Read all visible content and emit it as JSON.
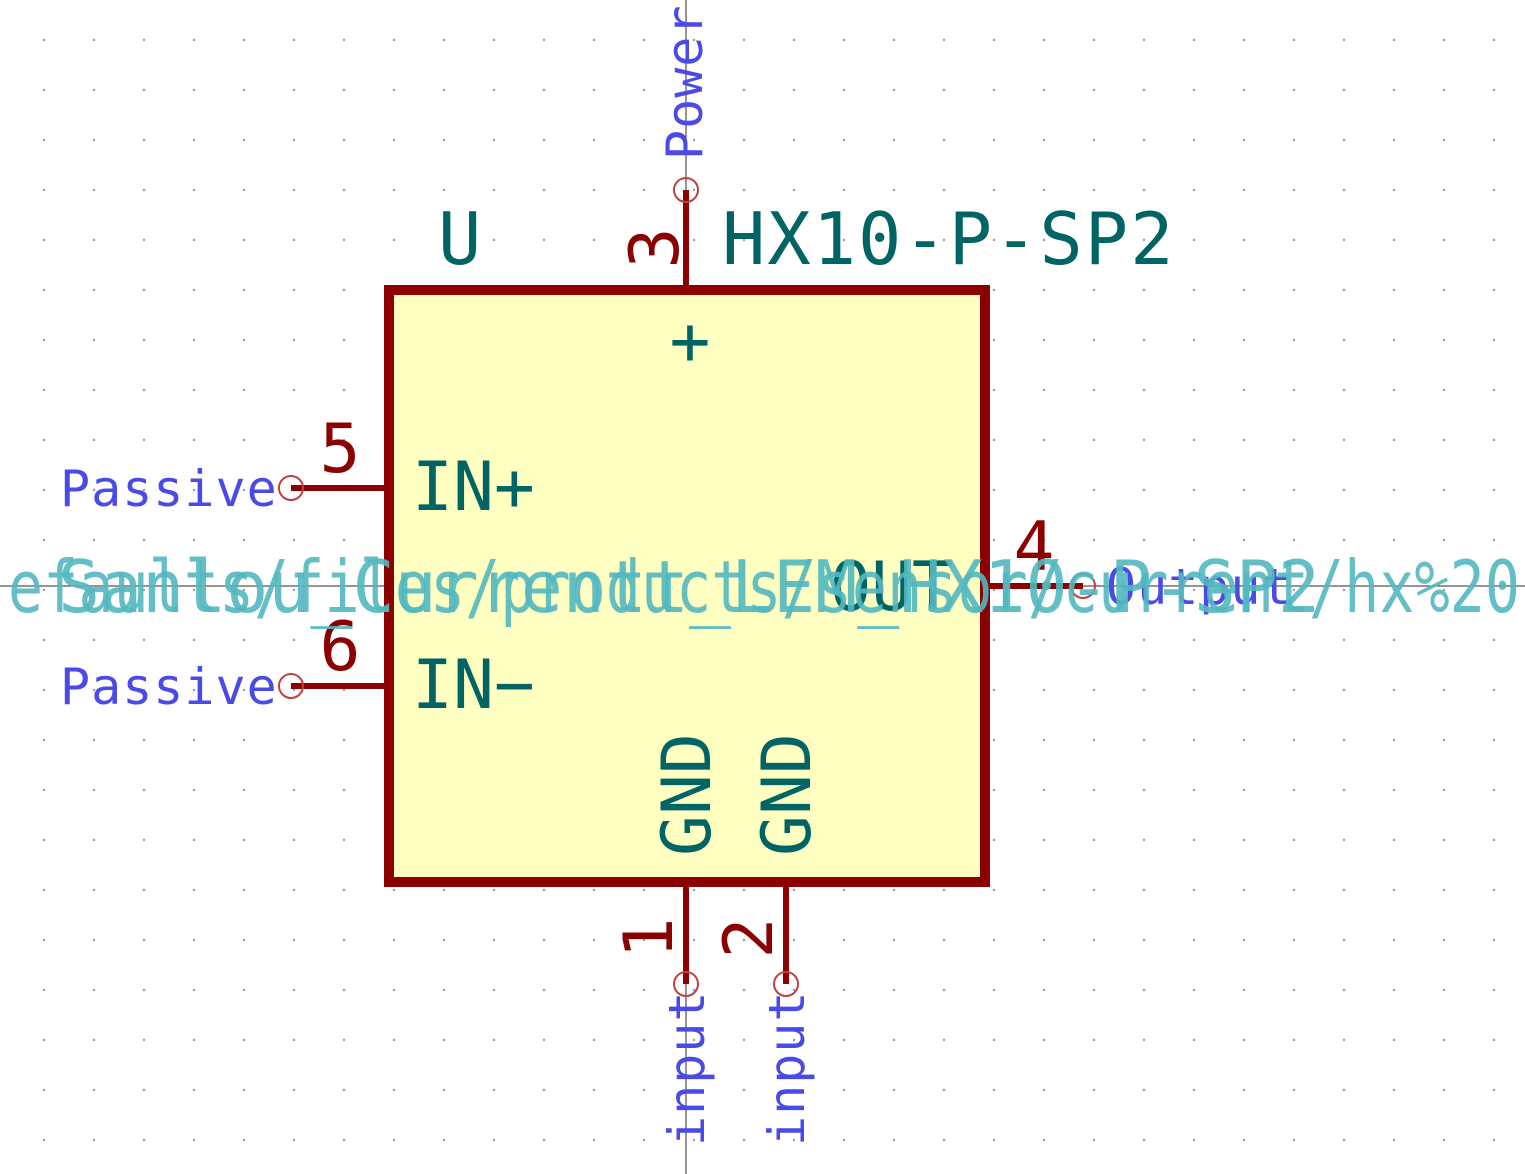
{
  "symbol": {
    "reference": "U",
    "value": "HX10-P-SP2",
    "overlay_texts": [
      "efaults/files/products/sensor/current/hx%20",
      "Sanlou_Currentt_LEM_HX10-P-SP2",
      "OUT"
    ]
  },
  "pins": [
    {
      "number": "3",
      "name": "+",
      "etype": "Power"
    },
    {
      "number": "5",
      "name": "IN+",
      "etype": "Passive"
    },
    {
      "number": "6",
      "name": "IN−",
      "etype": "Passive"
    },
    {
      "number": "4",
      "name": "OUT",
      "etype": "Output"
    },
    {
      "number": "1",
      "name": "GND",
      "etype": "input"
    },
    {
      "number": "2",
      "name": "GND",
      "etype": "input"
    }
  ],
  "colors": {
    "body_fill": "#ffffc2",
    "body_stroke": "#8b0000",
    "pin_name": "#006464",
    "pin_number": "#8b0000",
    "electrical_type": "#4a4ae6",
    "overlay_text": "#53b8c0"
  }
}
